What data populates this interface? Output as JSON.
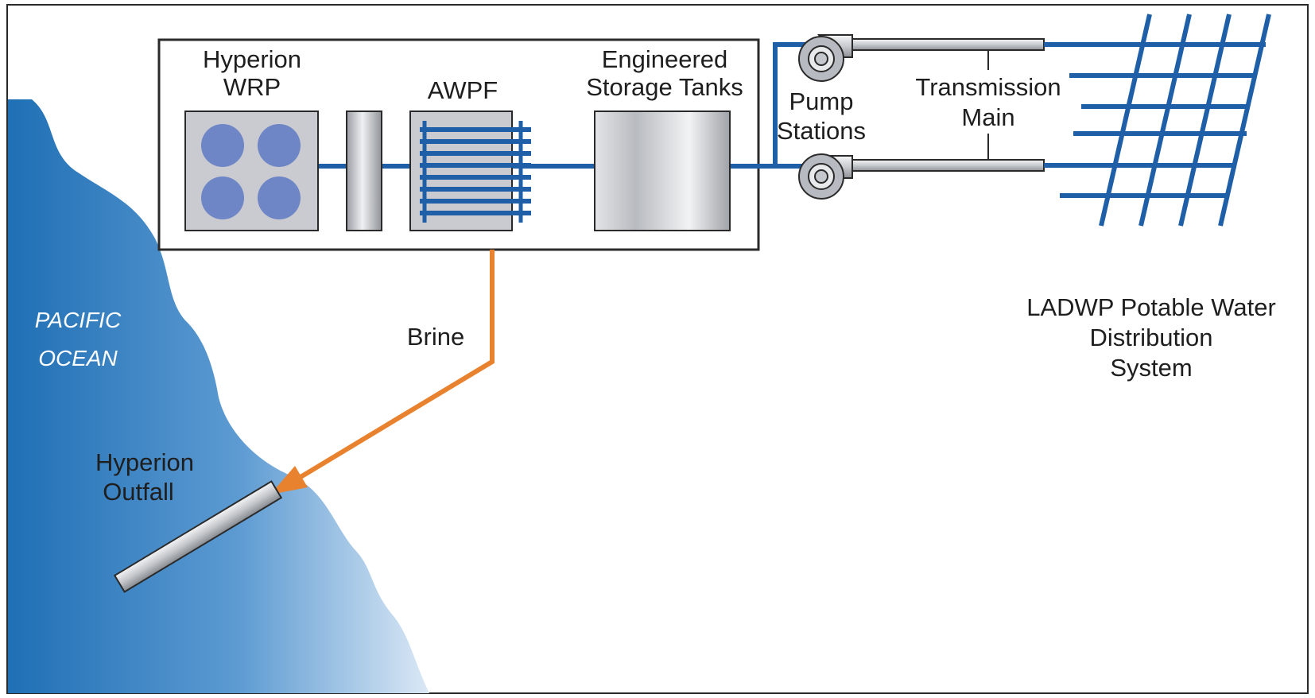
{
  "labels": {
    "wrp_line1": "Hyperion",
    "wrp_line2": "WRP",
    "awpf": "AWPF",
    "tanks_line1": "Engineered",
    "tanks_line2": "Storage Tanks",
    "pump_line1": "Pump",
    "pump_line2": "Stations",
    "transmission_line1": "Transmission",
    "transmission_line2": "Main",
    "ladwp_line1": "LADWP Potable Water",
    "ladwp_line2": "Distribution",
    "ladwp_line3": "System",
    "ocean_line1": "PACIFIC",
    "ocean_line2": "OCEAN",
    "brine": "Brine",
    "outfall_line1": "Hyperion",
    "outfall_line2": "Outfall"
  },
  "colors": {
    "pipe_blue": "#1f5fa8",
    "brine_orange": "#e8822e",
    "circle_fill": "#6f86c6",
    "equipment_gray": "#c9cbd0",
    "ocean_dark": "#1f6fb5",
    "ocean_light": "#dbe8f5",
    "outline": "#2a2a2a"
  }
}
